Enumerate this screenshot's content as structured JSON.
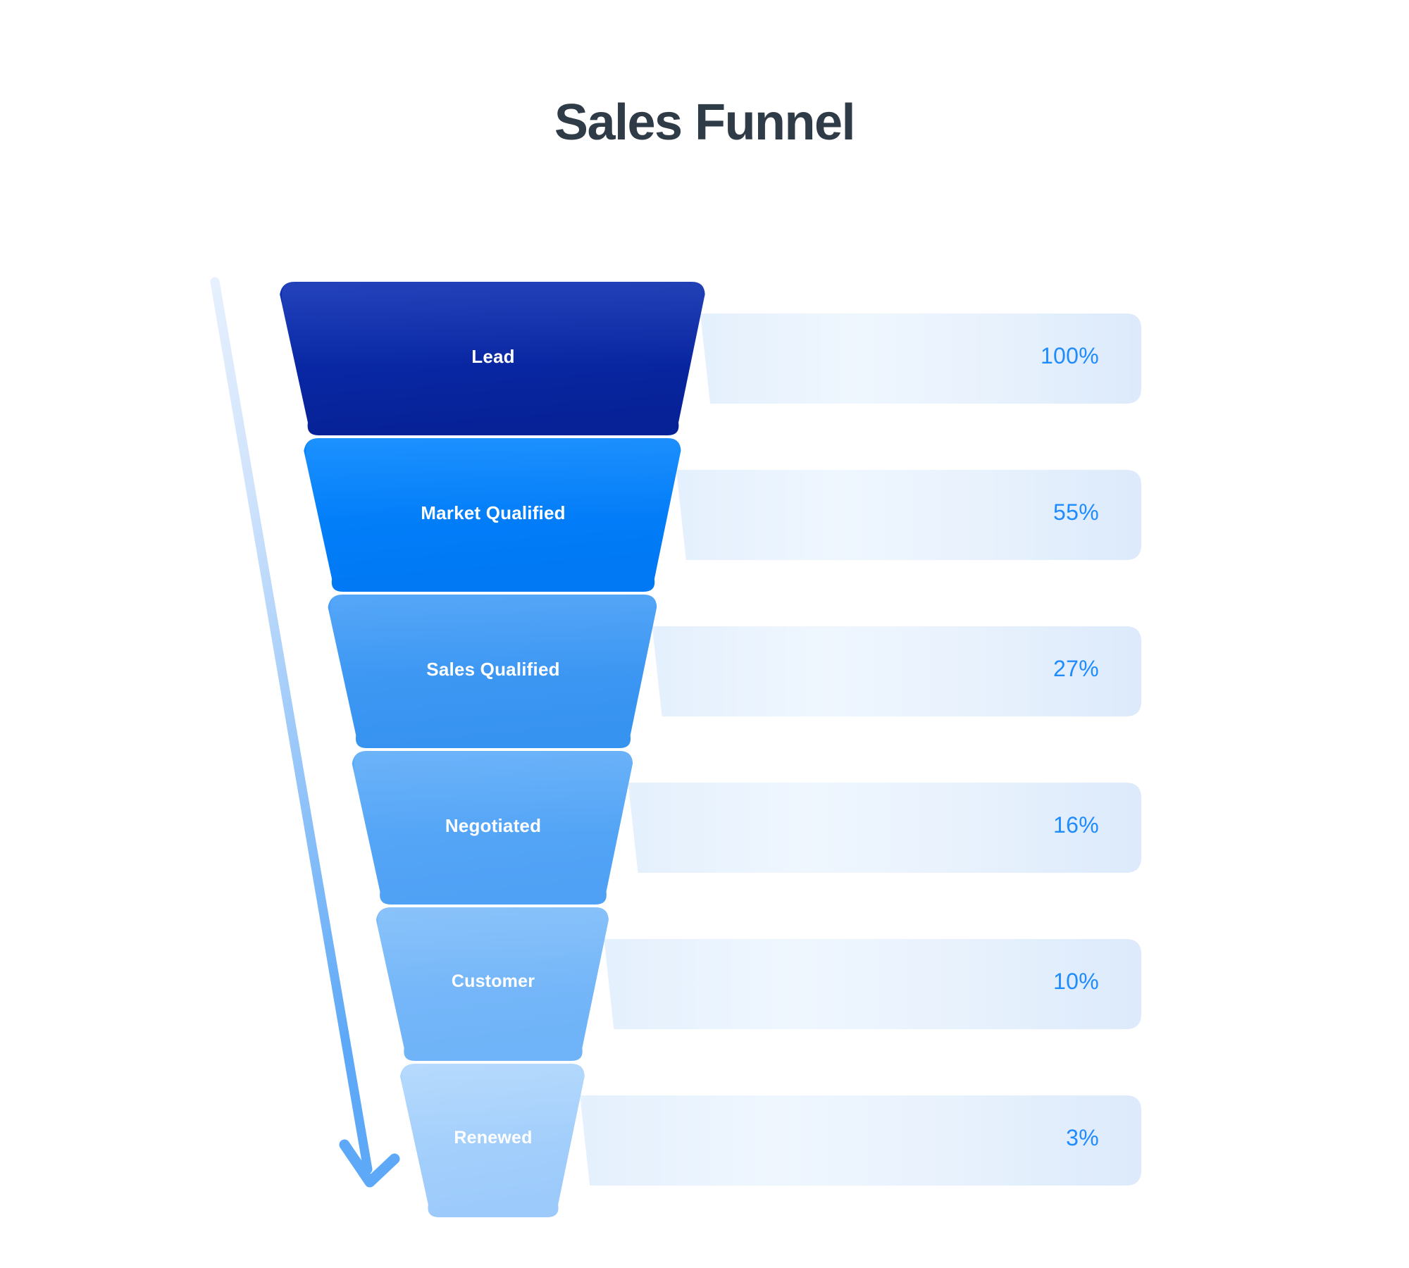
{
  "title": "Sales Funnel",
  "colors": {
    "title": "#2F3B47",
    "background": "#ffffff",
    "percent_text": "#1E8BFF",
    "track_light": "#F2F8FE",
    "track_dark": "#DDEBFB",
    "arrow_top": "#DBEAFE",
    "arrow_bottom": "#5EA9F7"
  },
  "chart_data": {
    "type": "bar",
    "title": "Sales Funnel",
    "xlabel": "",
    "ylabel": "",
    "categories": [
      "Lead",
      "Market Qualified",
      "Sales Qualified",
      "Negotiated",
      "Customer",
      "Renewed"
    ],
    "values": [
      100,
      55,
      27,
      16,
      10,
      3
    ],
    "value_labels": [
      "100%",
      "55%",
      "27%",
      "16%",
      "10%",
      "3%"
    ],
    "unit": "%",
    "ylim": [
      0,
      100
    ],
    "grid": false,
    "legend": "none",
    "stages": [
      {
        "label": "Lead",
        "value": 100,
        "value_label": "100%",
        "color": "#0A2AA8"
      },
      {
        "label": "Market Qualified",
        "value": 55,
        "value_label": "55%",
        "color": "#0080FF"
      },
      {
        "label": "Sales Qualified",
        "value": 27,
        "value_label": "27%",
        "color": "#3D99F5"
      },
      {
        "label": "Negotiated",
        "value": 16,
        "value_label": "16%",
        "color": "#56A6F7"
      },
      {
        "label": "Customer",
        "value": 10,
        "value_label": "10%",
        "color": "#76B7F9"
      },
      {
        "label": "Renewed",
        "value": 3,
        "value_label": "3%",
        "color": "#A3CFFC"
      }
    ]
  },
  "arrow": {
    "icon": "down-arrow-icon"
  }
}
